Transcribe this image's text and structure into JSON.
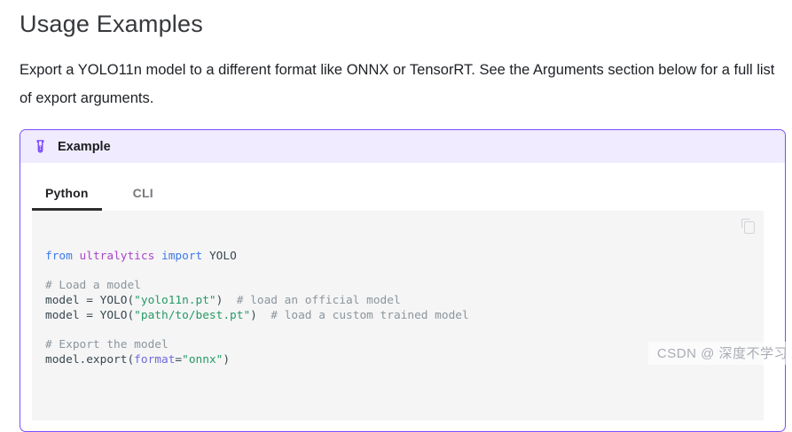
{
  "page": {
    "title": "Usage Examples",
    "intro": "Export a YOLO11n model to a different format like ONNX or TensorRT. See the Arguments section below for a full list of export arguments."
  },
  "admonition": {
    "type": "example",
    "label": "Example",
    "icon": "test-tube-icon",
    "border_color": "#7c4dff",
    "header_bg": "#f0ebfe",
    "icon_color": "#7c4dff"
  },
  "tabs": [
    {
      "label": "Python",
      "active": true
    },
    {
      "label": "CLI",
      "active": false
    }
  ],
  "code": {
    "language": "python",
    "background": "#f5f5f6",
    "token_colors": {
      "keyword": "#3d7ae4",
      "namespace": "#a846c8",
      "plain": "#37474f",
      "comment": "#8c959b",
      "string": "#259a64",
      "param": "#6f6ad8"
    },
    "lines": [
      [
        {
          "t": "from",
          "c": "keyword"
        },
        {
          "t": " ",
          "c": "plain"
        },
        {
          "t": "ultralytics",
          "c": "namespace"
        },
        {
          "t": " ",
          "c": "plain"
        },
        {
          "t": "import",
          "c": "keyword"
        },
        {
          "t": " YOLO",
          "c": "plain"
        }
      ],
      [],
      [
        {
          "t": "# Load a model",
          "c": "comment"
        }
      ],
      [
        {
          "t": "model = YOLO(",
          "c": "plain"
        },
        {
          "t": "\"yolo11n.pt\"",
          "c": "string"
        },
        {
          "t": ")  ",
          "c": "plain"
        },
        {
          "t": "# load an official model",
          "c": "comment"
        }
      ],
      [
        {
          "t": "model = YOLO(",
          "c": "plain"
        },
        {
          "t": "\"path/to/best.pt\"",
          "c": "string"
        },
        {
          "t": ")  ",
          "c": "plain"
        },
        {
          "t": "# load a custom trained model",
          "c": "comment"
        }
      ],
      [],
      [
        {
          "t": "# Export the model",
          "c": "comment"
        }
      ],
      [
        {
          "t": "model.export(",
          "c": "plain"
        },
        {
          "t": "format",
          "c": "param"
        },
        {
          "t": "=",
          "c": "plain"
        },
        {
          "t": "\"onnx\"",
          "c": "string"
        },
        {
          "t": ")",
          "c": "plain"
        }
      ]
    ]
  },
  "watermark": {
    "text": "CSDN @ 深度不学习"
  }
}
